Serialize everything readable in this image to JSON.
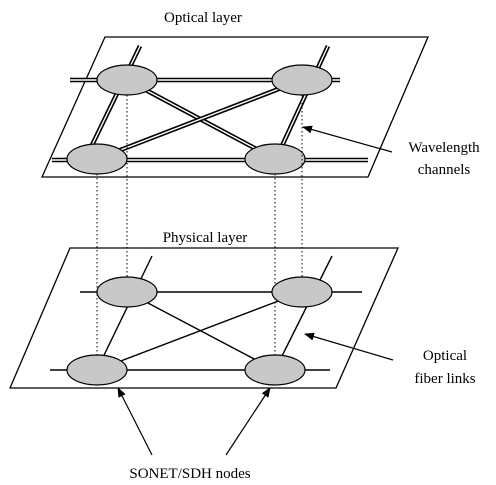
{
  "labels": {
    "optical_layer": "Optical layer",
    "physical_layer": "Physical layer",
    "wavelength_channels_line1": "Wavelength",
    "wavelength_channels_line2": "channels",
    "optical_fiber_links_line1": "Optical",
    "optical_fiber_links_line2": "fiber links",
    "sonet_sdh_nodes": "SONET/SDH nodes"
  }
}
